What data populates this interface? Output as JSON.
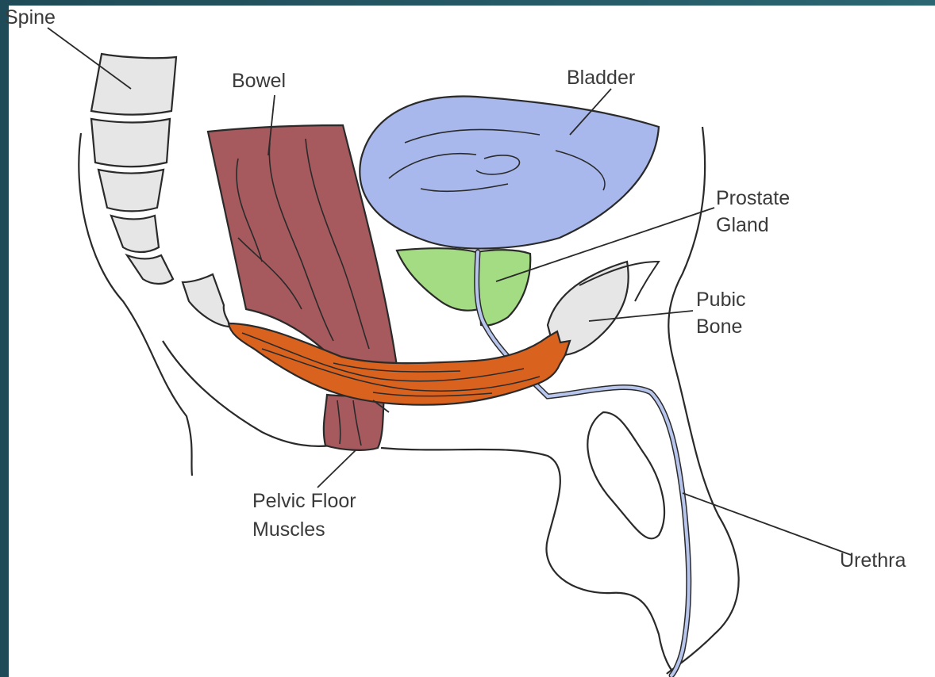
{
  "labels": {
    "spine": "Spine",
    "bowel": "Bowel",
    "bladder": "Bladder",
    "prostate_line1": "Prostate",
    "prostate_line2": "Gland",
    "pubic_line1": "Pubic",
    "pubic_line2": "Bone",
    "pelvic_line1": "Pelvic Floor",
    "pelvic_line2": "Muscles",
    "urethra": "Urethra"
  },
  "colors": {
    "frame": "#24535f",
    "background": "#ffffff",
    "bone": "#e6e6e6",
    "bowel": "#a65a5e",
    "bladder": "#a8b8ec",
    "prostate": "#a4dc84",
    "muscle": "#d9621f",
    "urethra": "#b8c6ee",
    "outline": "#2a2a2a"
  }
}
